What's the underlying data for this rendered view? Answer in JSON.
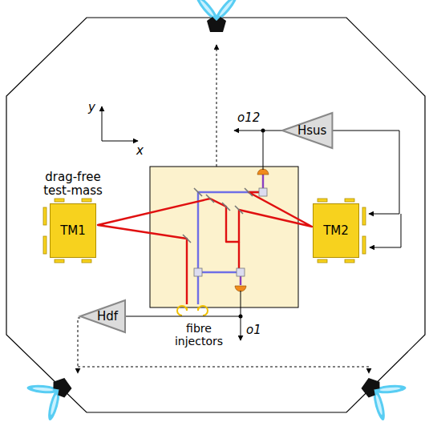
{
  "diagram": {
    "nodes": [
      {
        "text": [
          "drag-free test-mass",
          "TM1"
        ]
      },
      {
        "text": [
          "TM2"
        ]
      },
      {
        "text": [
          "Hsus"
        ]
      },
      {
        "text": [
          "Hdf"
        ]
      }
    ],
    "edges": [
      {
        "from": 2,
        "to": 1,
        "arrow": "to"
      }
    ],
    "labels": [
      "y",
      "x",
      "o12",
      "o1",
      "fibre injectors"
    ]
  }
}
